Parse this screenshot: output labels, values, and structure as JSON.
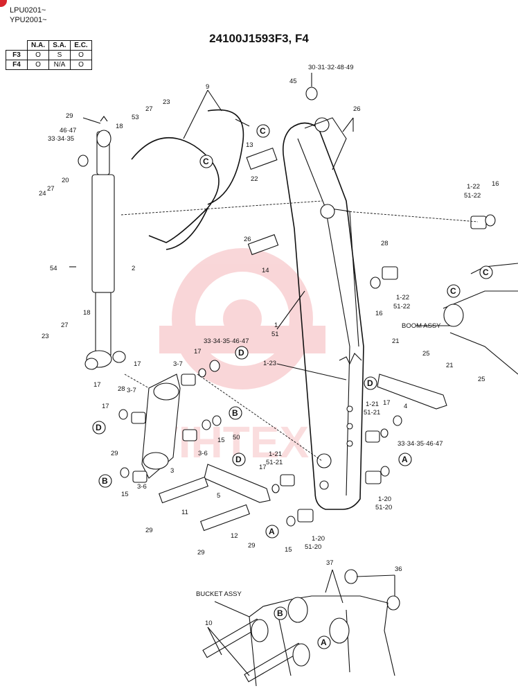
{
  "header": {
    "line1": "LPU0201~",
    "line2": "YPU2001~",
    "title": "24100J1593F3, F4"
  },
  "legend": {
    "columns": [
      "N.A.",
      "S.A.",
      "E.C."
    ],
    "rows": [
      {
        "label": "F3",
        "values": [
          "O",
          "S",
          "O"
        ]
      },
      {
        "label": "F4",
        "values": [
          "O",
          "N/A",
          "O"
        ]
      }
    ]
  },
  "diagram": {
    "callouts": {
      "c1": "30·31·32·48·49",
      "c2": "45",
      "c3": "26",
      "c4": "9",
      "c5": "23",
      "c6": "29",
      "c7": "53",
      "c8": "27",
      "c9": "18",
      "c10": "46·47",
      "c11": "33·34·35",
      "c12": "13",
      "c13": "22",
      "c14": "24",
      "c15": "20",
      "c16": "27",
      "c17": "1-22",
      "c18": "51-22",
      "c19": "16",
      "c20": "28",
      "c21": "26",
      "c22": "14",
      "c23": "2",
      "c24": "54",
      "c25": "1-22",
      "c26": "51-22",
      "c27": "16",
      "c28": "18",
      "c29": "23",
      "c30": "27",
      "c31": "1",
      "c32": "51",
      "c33": "BOOM ASSY",
      "c34": "33·34·35·46·47",
      "c35": "17",
      "c36": "3-7",
      "c37": "1-23",
      "c38": "21",
      "c39": "25",
      "c40": "21",
      "c41": "17",
      "c42": "17",
      "c43": "28",
      "c44": "3-7",
      "c45": "1-21",
      "c46": "51-21",
      "c47": "17",
      "c48": "4",
      "c49": "25",
      "c50": "17",
      "c51": "33·34·35·46·47",
      "c52": "15",
      "c53": "50",
      "c54": "29",
      "c55": "3-6",
      "c56": "1-21",
      "c57": "51-21",
      "c58": "17",
      "c59": "3",
      "c60": "15",
      "c61": "3-6",
      "c62": "5",
      "c63": "1-20",
      "c64": "51-20",
      "c65": "11",
      "c66": "29",
      "c67": "12",
      "c68": "29",
      "c69": "15",
      "c70": "1-20",
      "c71": "51-20",
      "c72": "29",
      "c73": "37",
      "c74": "36",
      "c75": "BUCKET ASSY",
      "c76": "10"
    },
    "markers": {
      "m1": "C",
      "m2": "C",
      "m3": "C",
      "m4": "C",
      "m5": "D",
      "m6": "D",
      "m7": "D",
      "m8": "D",
      "m9": "B",
      "m10": "B",
      "m11": "A",
      "m12": "A",
      "m13": "B",
      "m14": "A"
    },
    "watermark": "VIHTEX"
  }
}
